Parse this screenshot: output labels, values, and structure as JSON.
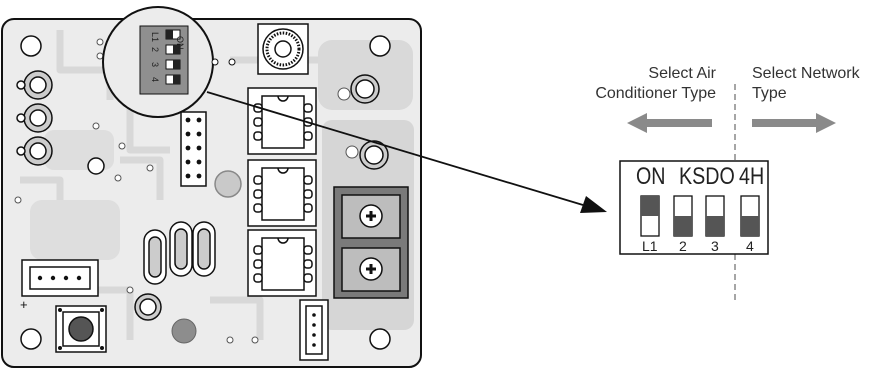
{
  "callout": {
    "left_heading": [
      "Select Air",
      "Conditioner Type"
    ],
    "right_heading": [
      "Select Network",
      "Type"
    ]
  },
  "switch_block": {
    "label_on": "ON",
    "label_group": "KSDO",
    "label_network": "4H",
    "switches": [
      {
        "label": "L1",
        "position": "on"
      },
      {
        "label": "2",
        "position": "off"
      },
      {
        "label": "3",
        "position": "off"
      },
      {
        "label": "4",
        "position": "off"
      }
    ]
  },
  "board_zoom": {
    "label_on": "ON",
    "switch_labels": [
      "L1",
      "2",
      "3",
      "4"
    ]
  },
  "terminal_block": {
    "icon": "screw-terminal-icon"
  },
  "colors": {
    "board": "#e8e8e8",
    "trace": "#d6d6d6",
    "arrow_gray": "#8a8a8a",
    "switch_dark": "#555555",
    "outline": "#111111"
  }
}
